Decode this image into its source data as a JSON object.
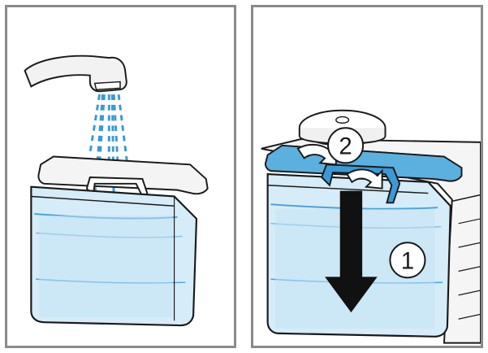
{
  "panels": [
    {
      "id": "fill-tank",
      "elements": [
        "faucet-icon",
        "water-stream",
        "water-tank-lid",
        "water-tank"
      ]
    },
    {
      "id": "insert-tank",
      "step_labels": {
        "step1": "1",
        "step2": "2"
      },
      "elements": [
        "machine-body",
        "water-tank",
        "water-tank-lid",
        "press-down-arrow",
        "rotate-arrows"
      ]
    }
  ],
  "colors": {
    "frame": "#8a8a8a",
    "water": "#cfe8f6",
    "water_line": "#4aa3de",
    "lid_highlight": "#5bb0e0",
    "outline": "#1a1a1a",
    "arrow": "#111111"
  }
}
